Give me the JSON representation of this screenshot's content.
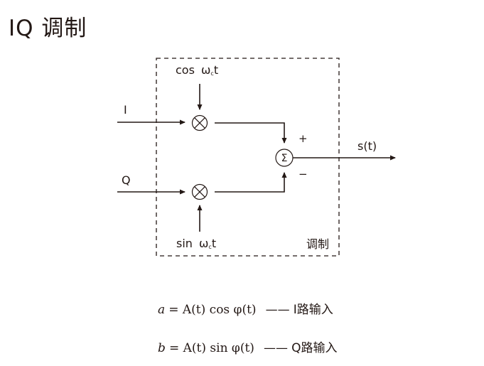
{
  "title": "IQ 调制",
  "diagram": {
    "input_i": "I",
    "input_q": "Q",
    "carrier_cos_prefix": "cos",
    "carrier_sin_prefix": "sin",
    "carrier_omega": "ω",
    "carrier_sub": "c",
    "carrier_t": "t",
    "plus_sign": "+",
    "minus_sign": "−",
    "sum_symbol": "Σ",
    "output": "s(t)",
    "box_label": "调制",
    "mixer_symbol": "⊗"
  },
  "formulas": [
    {
      "lhs": "a",
      "rhs": "A(t) cos φ(t)",
      "dash": "——",
      "label": "I路输入"
    },
    {
      "lhs": "b",
      "rhs": "A(t) sin φ(t)",
      "dash": "——",
      "label": "Q路输入"
    }
  ],
  "colors": {
    "ink": "#231815",
    "background": "#ffffff"
  }
}
